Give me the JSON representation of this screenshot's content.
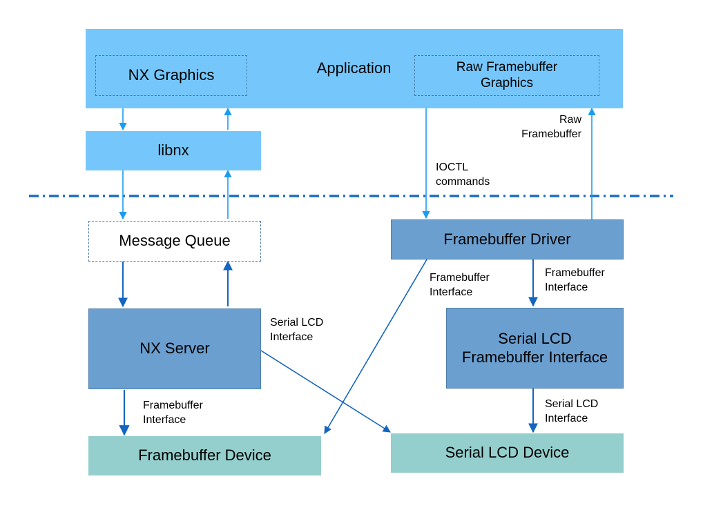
{
  "app": {
    "application_label": "Application",
    "nx_graphics_label": "NX Graphics",
    "raw_fb_graphics_label": "Raw Framebuffer\nGraphics"
  },
  "libnx_label": "libnx",
  "message_queue_label": "Message Queue",
  "nx_server_label": "NX Server",
  "framebuffer_driver_label": "Framebuffer Driver",
  "serial_lcd_fb_interface_label": "Serial LCD\nFramebuffer Interface",
  "framebuffer_device_label": "Framebuffer Device",
  "serial_lcd_device_label": "Serial LCD Device",
  "edge_labels": {
    "raw_framebuffer": "Raw\nFramebuffer",
    "ioctl_commands": "IOCTL\ncommands",
    "fb_interface_driver_to_device": "Framebuffer\nInterface",
    "fb_interface_driver_to_serial": "Framebuffer\nInterface",
    "serial_lcd_interface_server": "Serial LCD\nInterface",
    "fb_interface_server": "Framebuffer\nInterface",
    "serial_lcd_interface_bottom": "Serial LCD\nInterface"
  },
  "colors": {
    "light_blue": "#75c7fb",
    "mid_blue": "#6b9fd0",
    "teal": "#94cfcd",
    "arrow_light": "#1a9cf0",
    "arrow_dark": "#1565c0",
    "divider": "#1a6bc4"
  }
}
